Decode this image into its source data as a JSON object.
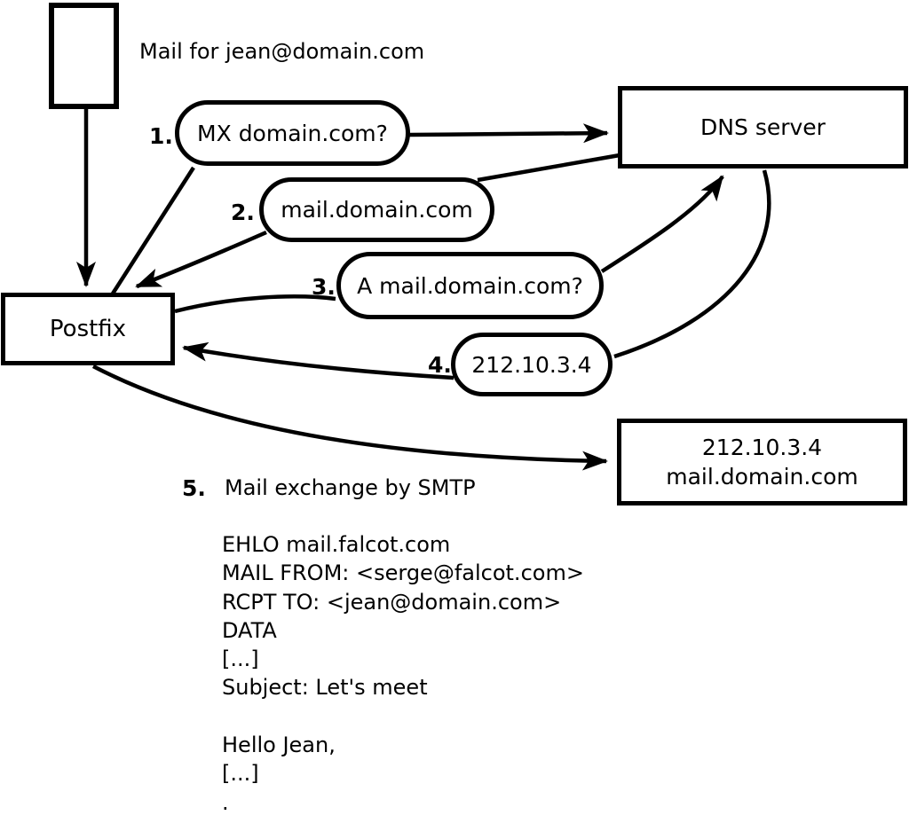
{
  "diagram": {
    "background": "#ffffff",
    "line_color": "#000000",
    "title": "Mail for jean@domain.com",
    "nodes": {
      "sender": {
        "label": "Postfix"
      },
      "dns": {
        "label": "DNS server"
      },
      "target": {
        "line1": "212.10.3.4",
        "line2": "mail.domain.com"
      }
    },
    "steps": [
      {
        "num": "1.",
        "label": "MX domain.com?"
      },
      {
        "num": "2.",
        "label": "mail.domain.com"
      },
      {
        "num": "3.",
        "label": "A mail.domain.com?"
      },
      {
        "num": "4.",
        "label": "212.10.3.4"
      },
      {
        "num": "5.",
        "label": "Mail exchange by SMTP"
      }
    ],
    "smtp_session": {
      "lines": [
        "EHLO mail.falcot.com",
        "MAIL FROM: <serge@falcot.com>",
        "RCPT TO: <jean@domain.com>",
        "DATA",
        "[...]",
        "Subject: Let's meet",
        "",
        "Hello Jean,",
        "[...]",
        "."
      ]
    }
  }
}
